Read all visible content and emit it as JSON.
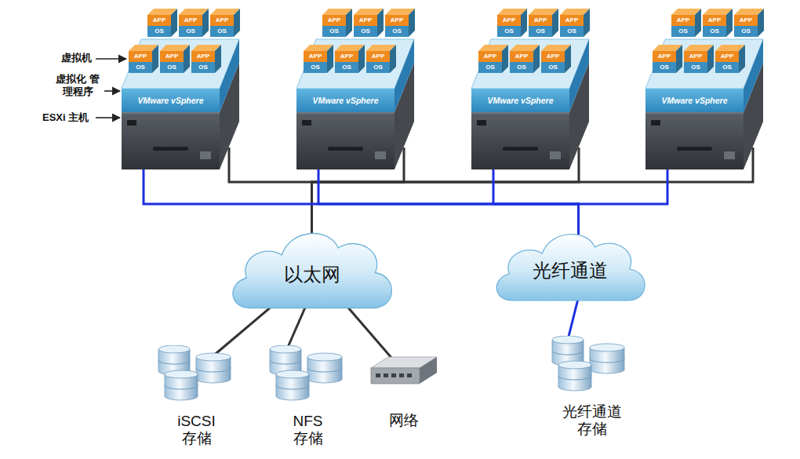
{
  "diagram": {
    "nodes": [
      {
        "text": [
          "VMware vSphere"
        ]
      },
      {
        "text": [
          "APP",
          "OS"
        ],
        "in": 0
      },
      {
        "text": [
          "APP",
          "OS"
        ],
        "in": 0
      },
      {
        "text": [
          "APP",
          "OS"
        ],
        "in": 0
      },
      {
        "text": [
          "APP",
          "OS"
        ],
        "in": 0
      },
      {
        "text": [
          "APP",
          "OS"
        ],
        "in": 0
      },
      {
        "text": [
          "APP",
          "OS"
        ],
        "in": 0
      },
      {
        "text": [
          "VMware vSphere"
        ]
      },
      {
        "text": [
          "APP",
          "OS"
        ],
        "in": 7
      },
      {
        "text": [
          "APP",
          "OS"
        ],
        "in": 7
      },
      {
        "text": [
          "APP",
          "OS"
        ],
        "in": 7
      },
      {
        "text": [
          "APP",
          "OS"
        ],
        "in": 7
      },
      {
        "text": [
          "APP",
          "OS"
        ],
        "in": 7
      },
      {
        "text": [
          "APP",
          "OS"
        ],
        "in": 7
      },
      {
        "text": [
          "VMware vSphere"
        ]
      },
      {
        "text": [
          "APP",
          "OS"
        ],
        "in": 14
      },
      {
        "text": [
          "APP",
          "OS"
        ],
        "in": 14
      },
      {
        "text": [
          "APP",
          "OS"
        ],
        "in": 14
      },
      {
        "text": [
          "APP",
          "OS"
        ],
        "in": 14
      },
      {
        "text": [
          "APP",
          "OS"
        ],
        "in": 14
      },
      {
        "text": [
          "APP",
          "OS"
        ],
        "in": 14
      },
      {
        "text": [
          "VMware vSphere"
        ]
      },
      {
        "text": [
          "APP",
          "OS"
        ],
        "in": 21
      },
      {
        "text": [
          "APP",
          "OS"
        ],
        "in": 21
      },
      {
        "text": [
          "APP",
          "OS"
        ],
        "in": 21
      },
      {
        "text": [
          "APP",
          "OS"
        ],
        "in": 21
      },
      {
        "text": [
          "APP",
          "OS"
        ],
        "in": 21
      },
      {
        "text": [
          "APP",
          "OS"
        ],
        "in": 21
      },
      {
        "text": [
          "以太网"
        ]
      },
      {
        "text": [
          "光纤通道"
        ]
      },
      {
        "text": [
          "iSCSI 存储"
        ]
      },
      {
        "text": [
          "NFS 存储"
        ]
      },
      {
        "text": [
          "网络"
        ]
      },
      {
        "text": [
          "光纤通道 存储"
        ]
      }
    ],
    "edges": [
      {
        "from": 0,
        "to": 28,
        "arrow": "none"
      },
      {
        "from": 7,
        "to": 28,
        "arrow": "none"
      },
      {
        "from": 14,
        "to": 28,
        "arrow": "none"
      },
      {
        "from": 21,
        "to": 28,
        "arrow": "none"
      },
      {
        "from": 0,
        "to": 29,
        "arrow": "none"
      },
      {
        "from": 7,
        "to": 29,
        "arrow": "none"
      },
      {
        "from": 14,
        "to": 29,
        "arrow": "none"
      },
      {
        "from": 21,
        "to": 29,
        "arrow": "none"
      },
      {
        "from": 28,
        "to": 30,
        "arrow": "none"
      },
      {
        "from": 28,
        "to": 31,
        "arrow": "none"
      },
      {
        "from": 28,
        "to": 32,
        "arrow": "none"
      },
      {
        "from": 29,
        "to": 33,
        "arrow": "none"
      }
    ],
    "labels": [
      "虚拟机",
      "虚拟化 管理程序",
      "ESXi 主机"
    ]
  }
}
